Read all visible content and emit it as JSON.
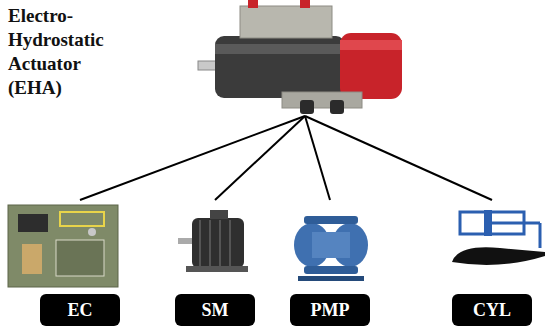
{
  "diagram": {
    "nodes": [
      {
        "text": [
          "Electro-Hydrostatic Actuator (EHA)"
        ]
      },
      {
        "text": [
          "EC"
        ]
      },
      {
        "text": [
          "SM"
        ]
      },
      {
        "text": [
          "PMP"
        ]
      },
      {
        "text": [
          "CYL"
        ]
      }
    ],
    "edges": [
      {
        "from": 0,
        "to": 1,
        "arrow": "none"
      },
      {
        "from": 0,
        "to": 2,
        "arrow": "none"
      },
      {
        "from": 0,
        "to": 3,
        "arrow": "none"
      },
      {
        "from": 0,
        "to": 4,
        "arrow": "none"
      }
    ]
  }
}
